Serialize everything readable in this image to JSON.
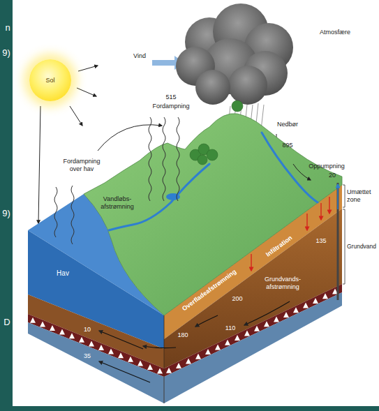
{
  "diagram": {
    "nodes": [
      {
        "text": [
          "Sol"
        ]
      }
    ],
    "labels": [
      "n",
      "9)",
      "9)",
      "D",
      "Vind",
      "Atmosfære",
      "515",
      "Fordampning",
      "Nedbør",
      "895",
      "Fordampning over hav",
      "Oppumpning",
      "20",
      "Umættet zone",
      "Grundvand",
      "Vandløbs- afstrømning",
      "Hav",
      "Overfladeafstrømning",
      "Infiltration",
      "180",
      "200",
      "135",
      "Grundvands- afstrømning",
      "10",
      "110",
      "35"
    ]
  }
}
